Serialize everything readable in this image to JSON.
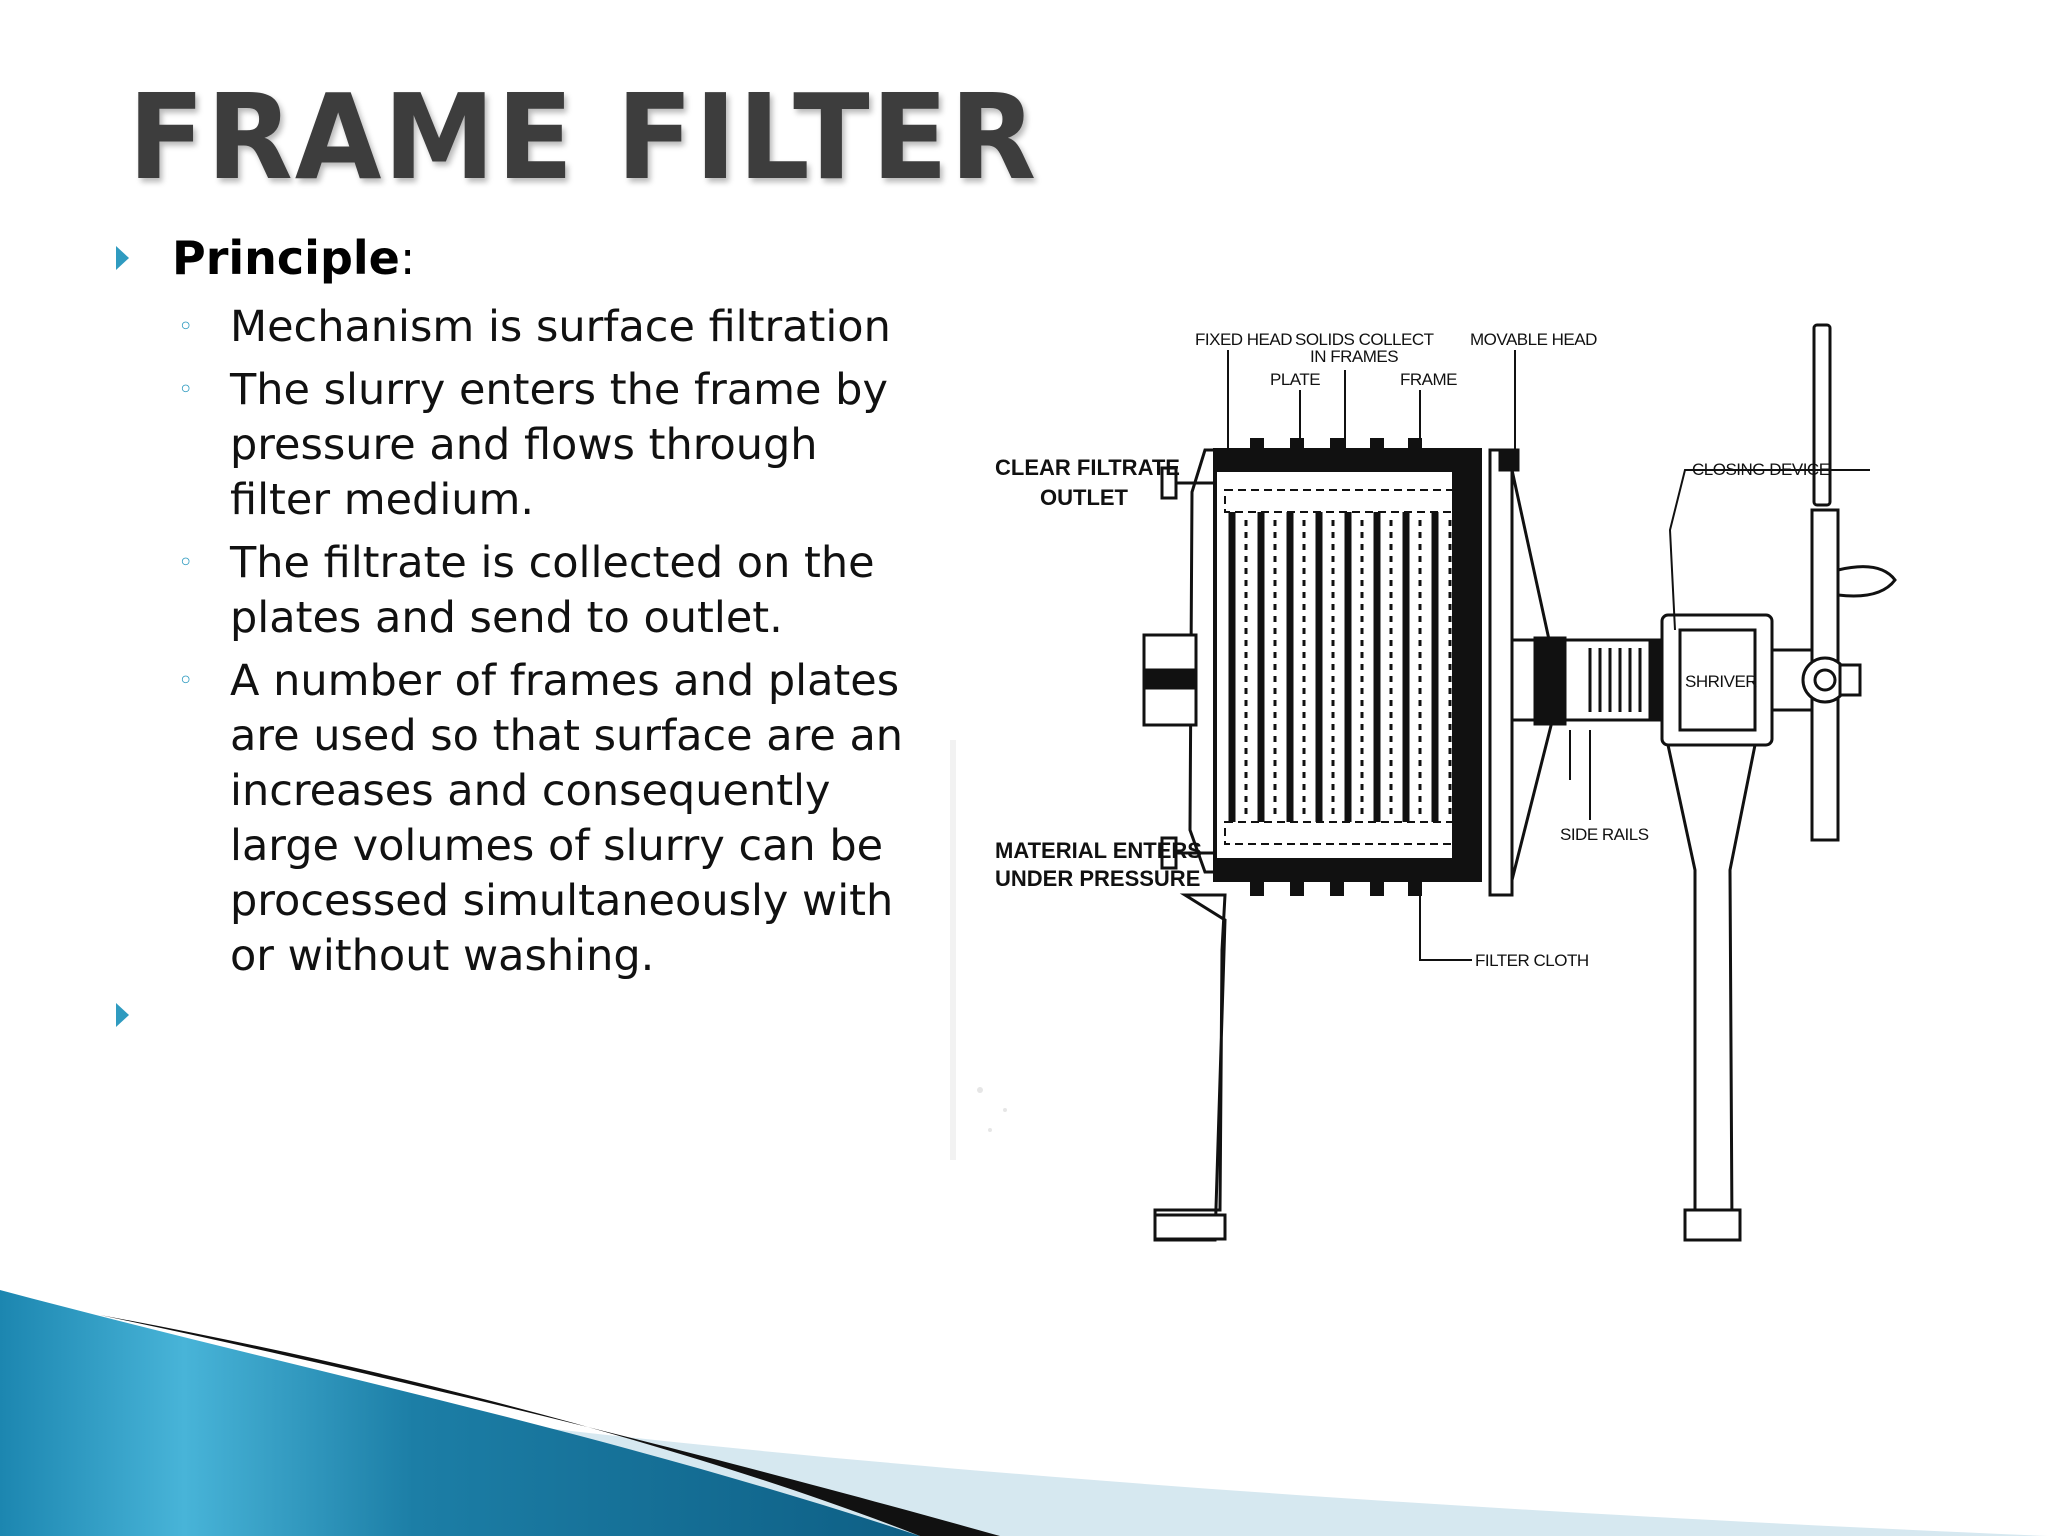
{
  "slide": {
    "title": "FRAME FILTER",
    "principle_label": "Principle",
    "principle_colon": ":",
    "bullets": [
      {
        "lines": [
          "Mechanism is surface filtration"
        ]
      },
      {
        "lines": [
          "The slurry enters the frame by",
          "pressure and flows through",
          "filter medium."
        ]
      },
      {
        "lines": [
          "The filtrate is collected on the",
          "plates and send to outlet."
        ]
      },
      {
        "lines": [
          "A number of frames and plates",
          "are used so that surface are an",
          "increases and consequently",
          "large volumes of slurry can be",
          "processed simultaneously with",
          "or without washing."
        ]
      }
    ],
    "sub_bullet_glyph": "◦"
  },
  "diagram": {
    "labels": {
      "fixed_head": "FIXED HEAD",
      "solids_collect_1": "SOLIDS COLLECT",
      "solids_collect_2": "IN FRAMES",
      "plate": "PLATE",
      "frame": "FRAME",
      "movable_head": "MOVABLE HEAD",
      "clear_filtrate_1": "CLEAR FILTRATE",
      "clear_filtrate_2": "OUTLET",
      "closing_device": "CLOSING DEVICE",
      "side_rails": "SIDE RAILS",
      "material_enters_1": "MATERIAL ENTERS",
      "material_enters_2": "UNDER PRESSURE",
      "filter_cloth": "FILTER CLOTH",
      "brand": "SHRIVER"
    }
  },
  "colors": {
    "title": "#3d3d3d",
    "bullet_accent": "#2f9bc0",
    "swoosh_blue": "#1c86b0",
    "swoosh_light": "#d6e8f0"
  }
}
